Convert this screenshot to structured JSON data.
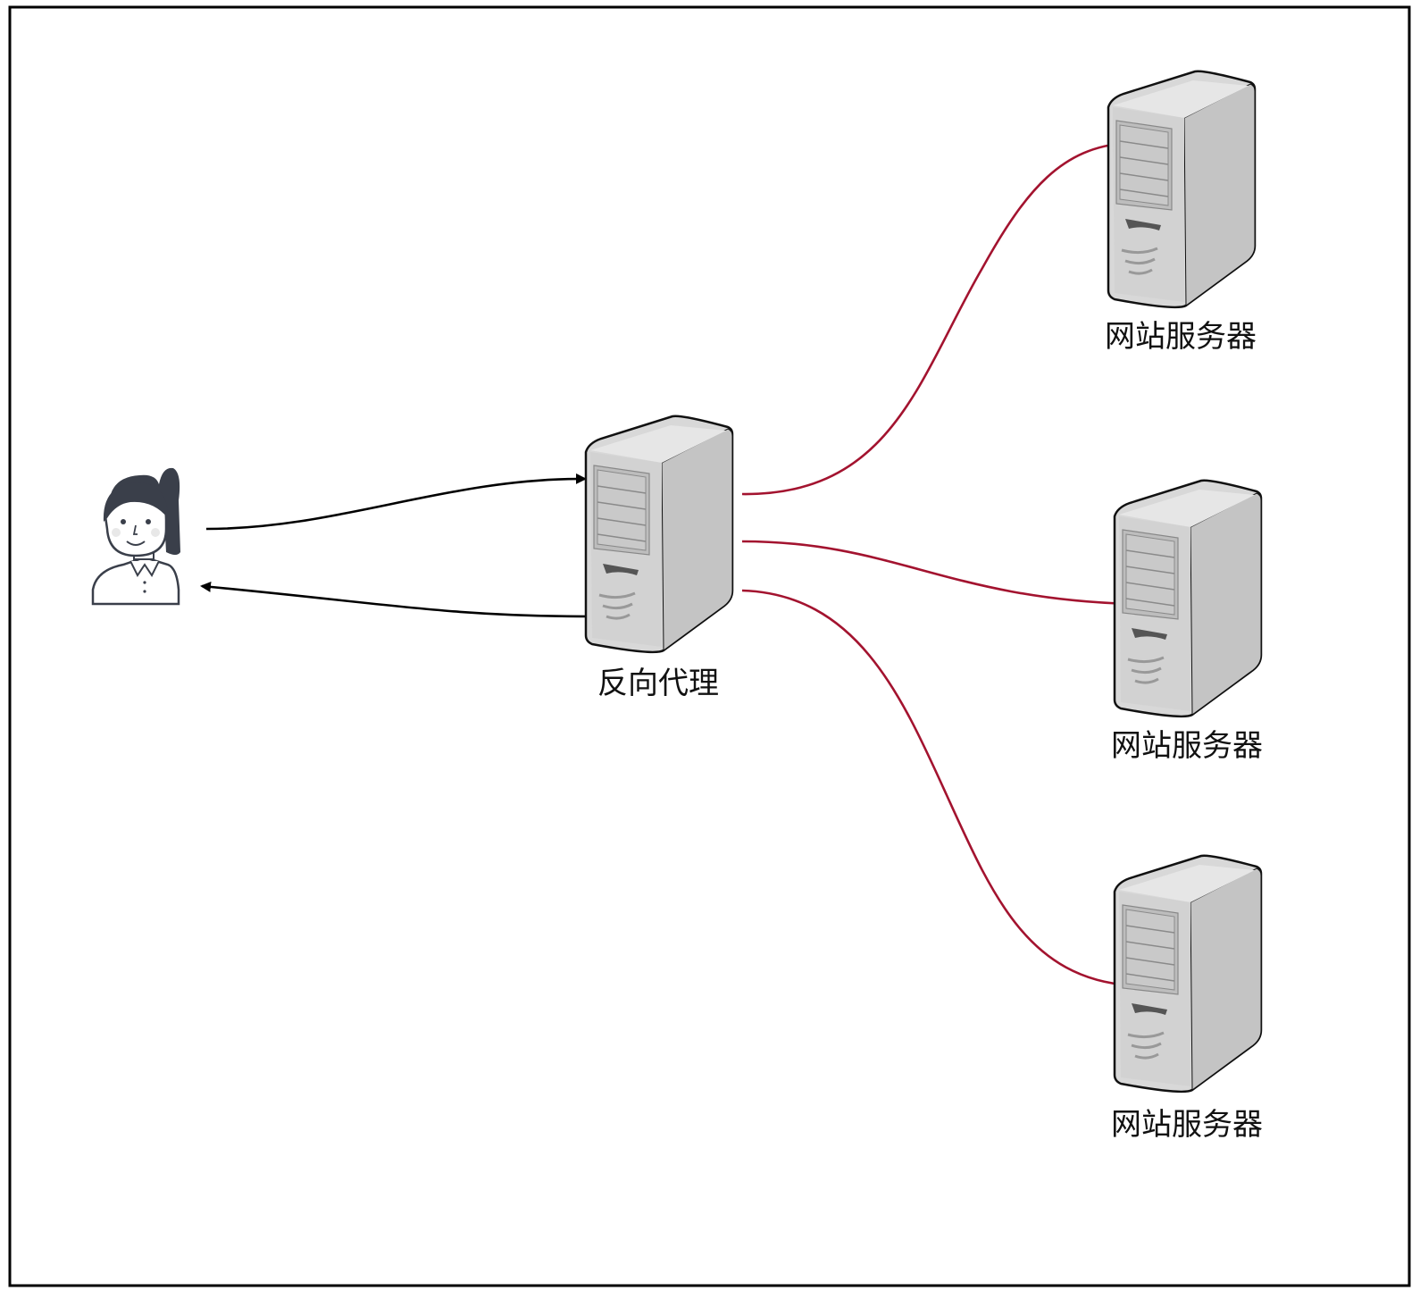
{
  "colors": {
    "frame": "#000000",
    "client_link": "#000000",
    "server_link": "#a3132f",
    "server_body": "#d4d4d4",
    "server_side": "#bdbdbd",
    "avatar_hair": "#3a3f4a"
  },
  "nodes": {
    "client": {
      "icon": "user-avatar-icon"
    },
    "proxy": {
      "icon": "server-tower-icon",
      "label": "反向代理"
    },
    "servers": [
      {
        "icon": "server-tower-icon",
        "label": "网站服务器"
      },
      {
        "icon": "server-tower-icon",
        "label": "网站服务器"
      },
      {
        "icon": "server-tower-icon",
        "label": "网站服务器"
      }
    ]
  }
}
